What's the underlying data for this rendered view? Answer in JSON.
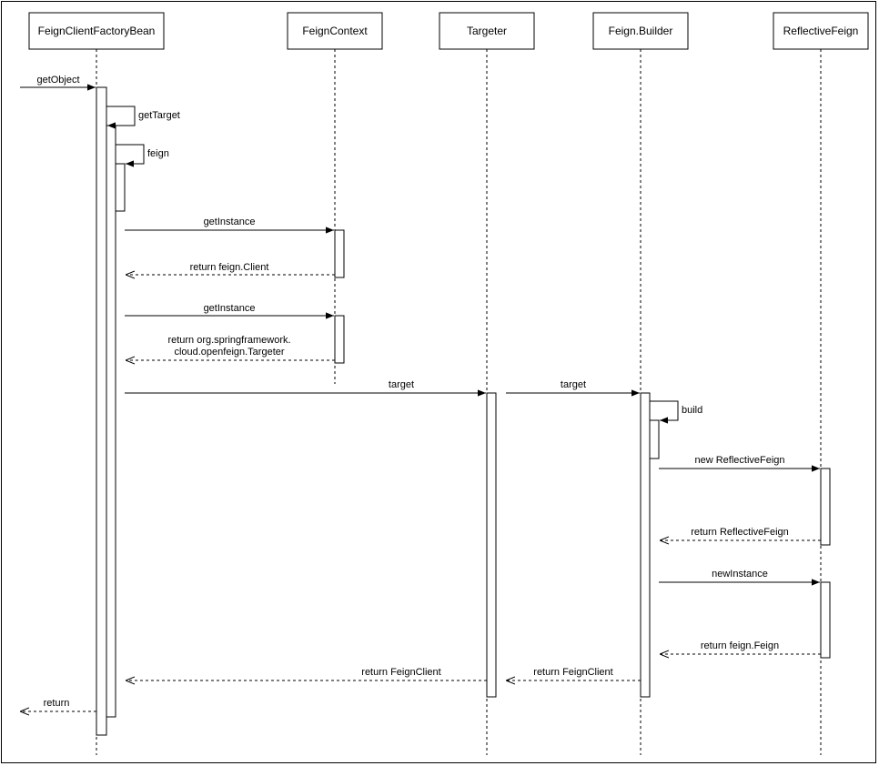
{
  "participants": [
    {
      "id": "fcfb",
      "label": "FeignClientFactoryBean"
    },
    {
      "id": "fc",
      "label": "FeignContext"
    },
    {
      "id": "tg",
      "label": "Targeter"
    },
    {
      "id": "fb",
      "label": "Feign.Builder"
    },
    {
      "id": "rf",
      "label": "ReflectiveFeign"
    }
  ],
  "messages": [
    {
      "id": "m1",
      "label": "getObject",
      "kind": "call",
      "from": "external",
      "to": "fcfb"
    },
    {
      "id": "m2",
      "label": "getTarget",
      "kind": "self",
      "on": "fcfb"
    },
    {
      "id": "m3",
      "label": "feign",
      "kind": "self",
      "on": "fcfb"
    },
    {
      "id": "m4",
      "label": "getInstance",
      "kind": "call",
      "from": "fcfb",
      "to": "fc"
    },
    {
      "id": "m5",
      "label": "return feign.Client",
      "kind": "return",
      "from": "fc",
      "to": "fcfb"
    },
    {
      "id": "m6",
      "label": "getInstance",
      "kind": "call",
      "from": "fcfb",
      "to": "fc"
    },
    {
      "id": "m7",
      "label_lines": [
        "return org.springframework.",
        "cloud.openfeign.Targeter"
      ],
      "kind": "return",
      "from": "fc",
      "to": "fcfb"
    },
    {
      "id": "m8",
      "label": "target",
      "kind": "call",
      "from": "fcfb",
      "to": "tg"
    },
    {
      "id": "m9",
      "label": "target",
      "kind": "call",
      "from": "tg",
      "to": "fb"
    },
    {
      "id": "m10",
      "label": "build",
      "kind": "self",
      "on": "fb"
    },
    {
      "id": "m11",
      "label": "new ReflectiveFeign",
      "kind": "call",
      "from": "fb",
      "to": "rf"
    },
    {
      "id": "m12",
      "label": "return ReflectiveFeign",
      "kind": "return",
      "from": "rf",
      "to": "fb"
    },
    {
      "id": "m13",
      "label": "newInstance",
      "kind": "call",
      "from": "fb",
      "to": "rf"
    },
    {
      "id": "m14",
      "label": "return feign.Feign",
      "kind": "return",
      "from": "rf",
      "to": "fb"
    },
    {
      "id": "m15",
      "label": "return FeignClient",
      "kind": "return",
      "from": "fb",
      "to": "tg"
    },
    {
      "id": "m16",
      "label": "return FeignClient",
      "kind": "return",
      "from": "tg",
      "to": "fcfb"
    },
    {
      "id": "m17",
      "label": "return",
      "kind": "return",
      "from": "fcfb",
      "to": "external"
    }
  ]
}
